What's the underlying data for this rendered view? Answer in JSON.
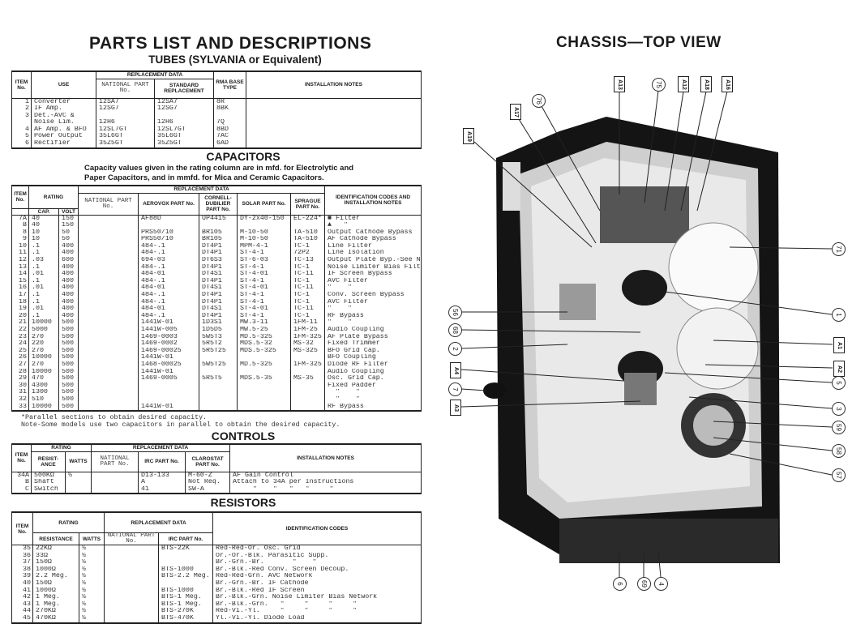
{
  "title": "PARTS LIST AND DESCRIPTIONS",
  "tubes": {
    "heading": "TUBES (SYLVANIA or Equivalent)",
    "headers": {
      "item": "ITEM No.",
      "use": "USE",
      "replacement": "REPLACEMENT DATA",
      "national": "NATIONAL PART No.",
      "standard": "STANDARD REPLACEMENT",
      "rma": "RMA BASE TYPE",
      "notes": "INSTALLATION NOTES"
    },
    "rows": [
      [
        "1",
        "Converter",
        "12SA7",
        "12SA7",
        "8R",
        ""
      ],
      [
        "2",
        "IF Amp.",
        "12SG7",
        "12SG7",
        "8BK",
        ""
      ],
      [
        "3",
        "Det.-AVC &",
        "",
        "",
        "",
        ""
      ],
      [
        "",
        "Noise Lim.",
        "12H6",
        "12H6",
        "7Q",
        ""
      ],
      [
        "4",
        "AF Amp. & BFO",
        "12SL7GT",
        "12SL7GT",
        "8BD",
        ""
      ],
      [
        "5",
        "Power Output",
        "35L6GT",
        "35L6GT",
        "7AC",
        ""
      ],
      [
        "6",
        "Rectifier",
        "35Z5GT",
        "35Z5GT",
        "6AD",
        ""
      ]
    ]
  },
  "capacitors": {
    "heading": "CAPACITORS",
    "note": "Capacity values given in the rating column are in mfd. for Electrolytic and Paper Capacitors, and in mmfd. for Mica and Ceramic Capacitors.",
    "headers": {
      "item": "ITEM No.",
      "rating": "RATING",
      "cap": "CAP.",
      "volt": "VOLT",
      "replacement": "REPLACEMENT DATA",
      "national": "NATIONAL PART No.",
      "aerovox": "AEROVOX PART No.",
      "cornell": "CORNELL-DUBILIER PART No.",
      "solar": "SOLAR PART No.",
      "sprague": "SPRAGUE PART No.",
      "notes": "IDENTIFICATION CODES AND INSTALLATION NOTES"
    },
    "rows": [
      [
        "7A",
        "40",
        "150",
        "",
        "AF88D",
        "UP4415",
        "DY-2x40-150",
        "EL-224*",
        "■ Filter"
      ],
      [
        "B",
        "40",
        "150",
        "",
        "",
        "",
        "",
        "",
        "▲   \""
      ],
      [
        "8",
        "10",
        "50",
        "",
        "PRS50/10",
        "BR105",
        "M-10-50",
        "TA-510",
        "Output Cathode Bypass"
      ],
      [
        "9",
        "10",
        "50",
        "",
        "PRS50/10",
        "BR105",
        "M-10-50",
        "TA-510",
        "AF Cathode Bypass"
      ],
      [
        "10",
        ".1",
        "400",
        "",
        "484-.1",
        "DT4P1",
        "MPM-4-1",
        "TC-1",
        "Line Filter"
      ],
      [
        "11",
        ".1",
        "400",
        "",
        "484-.1",
        "DT4P1",
        "ST-4-1",
        "72P2",
        "Line Isolation"
      ],
      [
        "12",
        ".03",
        "600",
        "",
        "694-03",
        "DT6S3",
        "ST-6-03",
        "TC-13",
        "Output Plate Byp.-See Note"
      ],
      [
        "13",
        ".1",
        "400",
        "",
        "484-.1",
        "DT4P1",
        "ST-4-1",
        "TC-1",
        "Noise Limiter Bias Filter"
      ],
      [
        "14",
        ".01",
        "400",
        "",
        "484-01",
        "DT4S1",
        "ST-4-01",
        "TC-11",
        "IF Screen Bypass"
      ],
      [
        "15",
        ".1",
        "400",
        "",
        "484-.1",
        "DT4P1",
        "ST-4-1",
        "TC-1",
        "AVC Filter"
      ],
      [
        "16",
        ".01",
        "400",
        "",
        "484-01",
        "DT4S1",
        "ST-4-01",
        "TC-11",
        "\"    \""
      ],
      [
        "17",
        ".1",
        "400",
        "",
        "484-.1",
        "DT4P1",
        "ST-4-1",
        "TC-1",
        "Conv. Screen Bypass"
      ],
      [
        "18",
        ".1",
        "400",
        "",
        "484-.1",
        "DT4P1",
        "ST-4-1",
        "TC-1",
        "AVC Filter"
      ],
      [
        "19",
        ".01",
        "400",
        "",
        "484-01",
        "DT4S1",
        "ST-4-01",
        "TC-11",
        "\"    \""
      ],
      [
        "20",
        ".1",
        "400",
        "",
        "484-.1",
        "DT4P1",
        "ST-4-1",
        "TC-1",
        "RF Bypass"
      ],
      [
        "21",
        "10000",
        "500",
        "",
        "1441W-01",
        "1D3S1",
        "MW.3-11",
        "1FM-11",
        "\"    \""
      ],
      [
        "22",
        "5000",
        "500",
        "",
        "1441W-005",
        "1D5D5",
        "MW.5-25",
        "1FM-25",
        "Audio Coupling"
      ],
      [
        "23",
        "270",
        "500",
        "",
        "1469-0003",
        "5W5T3",
        "MD.5-325",
        "1FM-325",
        "AF Plate Bypass"
      ],
      [
        "24",
        "220",
        "500",
        "",
        "1469-0002",
        "5R5T2",
        "MDS.5-32",
        "MS-32",
        "Fixed Trimmer"
      ],
      [
        "25",
        "270",
        "500",
        "",
        "1469-00025",
        "5R5T25",
        "MDS.5-325",
        "MS-325",
        "BFO Grid Cap."
      ],
      [
        "26",
        "10000",
        "500",
        "",
        "1441W-01",
        "",
        "",
        "",
        "BFO Coupling"
      ],
      [
        "27",
        "270",
        "500",
        "",
        "1468-00025",
        "5W5T25",
        "MD.5-325",
        "1FM-325",
        "Diode RF Filter"
      ],
      [
        "28",
        "10000",
        "500",
        "",
        "1441W-01",
        "",
        "",
        "",
        "Audio Coupling"
      ],
      [
        "29",
        "470",
        "500",
        "",
        "1469-0005",
        "5R5T5",
        "MDS.5-35",
        "MS-35",
        "Osc. Grid Cap."
      ],
      [
        "30",
        "4300",
        "500",
        "",
        "",
        "",
        "",
        "",
        "Fixed Padder"
      ],
      [
        "31",
        "1300",
        "500",
        "",
        "",
        "",
        "",
        "",
        "  \"    \""
      ],
      [
        "32",
        "510",
        "500",
        "",
        "",
        "",
        "",
        "",
        "  \"    \""
      ],
      [
        "33",
        "10000",
        "500",
        "",
        "1441W-01",
        "",
        "",
        "",
        "RF Bypass"
      ]
    ],
    "footnotes": [
      "*Parallel sections to obtain desired capacity.",
      "Note-Some models use two capacitors in parallel to obtain the desired capacity."
    ]
  },
  "controls": {
    "heading": "CONTROLS",
    "headers": {
      "item": "ITEM No.",
      "rating": "RATING",
      "resistance": "RESIST-ANCE",
      "watts": "WATTS",
      "replacement": "REPLACEMENT DATA",
      "national": "NATIONAL PART No.",
      "irc": "IRC PART No.",
      "clarostat": "CLAROSTAT PART No.",
      "notes": "INSTALLATION NOTES"
    },
    "rows": [
      [
        "34A",
        "500KΩ",
        "½",
        "",
        "D13-133",
        "M-60-Z",
        "AF Gain Control"
      ],
      [
        "B",
        "Shaft",
        "",
        "",
        "A",
        "Not Req.",
        "Attach to 34A per Instructions"
      ],
      [
        "C",
        "Switch",
        "",
        "",
        "41",
        "SW-A",
        "     \"    \"   \"   \"     \""
      ]
    ]
  },
  "resistors": {
    "heading": "RESISTORS",
    "headers": {
      "item": "ITEM No.",
      "rating": "RATING",
      "resistance": "RESISTANCE",
      "watts": "WATTS",
      "replacement": "REPLACEMENT DATA",
      "national": "NATIONAL PART No.",
      "irc": "IRC PART No.",
      "codes": "IDENTIFICATION CODES"
    },
    "rows": [
      [
        "35",
        "22KΩ",
        "½",
        "",
        "BTS-22K",
        "Red-Red-Or. Osc. Grid"
      ],
      [
        "36",
        "33Ω",
        "½",
        "",
        "",
        "Or.-Or.-Blk. Parasitic Supp."
      ],
      [
        "37",
        "150Ω",
        "½",
        "",
        "",
        "Br.-Grn.-Br.       \"    \""
      ],
      [
        "38",
        "1000Ω",
        "½",
        "",
        "BTS-1000",
        "Br.-Blk.-Red Conv. Screen Decoup."
      ],
      [
        "39",
        "2.2 Meg.",
        "½",
        "",
        "BTS-2.2 Meg.",
        "Red-Red-Grn. AVC Network"
      ],
      [
        "40",
        "150Ω",
        "½",
        "",
        "",
        "Br.-Grn.-Br. IF Cathode"
      ],
      [
        "41",
        "1000Ω",
        "½",
        "",
        "BTS-1000",
        "Br.-Blk.-Red IF Screen"
      ],
      [
        "42",
        "1 Meg.",
        "½",
        "",
        "BTS-1 Meg.",
        "Br.-Blk.-Grn. Noise Limiter Bias Network"
      ],
      [
        "43",
        "1 Meg.",
        "½",
        "",
        "BTS-1 Meg.",
        "Br.-Blk.-Grn.   \"     \"     \"     \""
      ],
      [
        "44",
        "270KΩ",
        "½",
        "",
        "BTS-270K",
        "Red-Vi.-Yl.     \"     \"     \"     \""
      ],
      [
        "45",
        "470KΩ",
        "½",
        "",
        "BTS-470K",
        "Yl.-Vi.-Yl. Diode Load"
      ]
    ]
  },
  "chassis": {
    "title": "CHASSIS—TOP VIEW",
    "labels": {
      "A13": "A13",
      "75": "75",
      "A12": "A12",
      "A18": "A18",
      "A16": "A16",
      "76": "76",
      "A17": "A17",
      "A19": "A19",
      "71": "71",
      "1": "1",
      "A1": "A1",
      "A2": "A2",
      "5": "5",
      "3": "3",
      "59": "59",
      "58": "58",
      "57": "57",
      "56": "56",
      "68": "68",
      "2": "2",
      "A4": "A4",
      "7": "7",
      "A3": "A3",
      "6": "6",
      "69": "69",
      "4": "4"
    }
  }
}
